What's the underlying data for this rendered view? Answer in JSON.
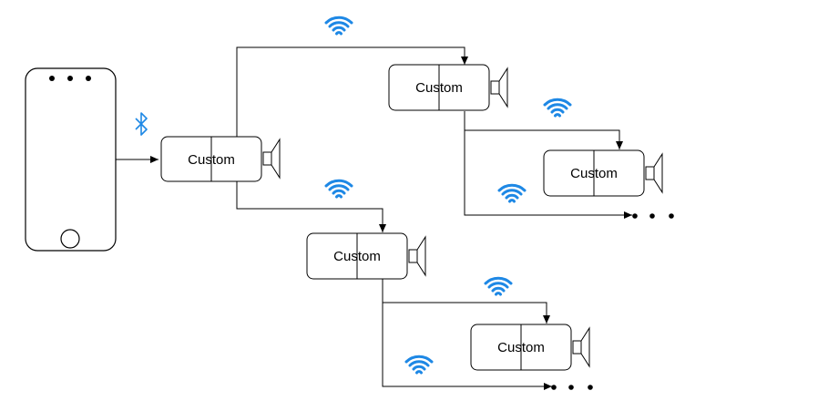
{
  "colors": {
    "stroke": "#000000",
    "accent": "#1e88e5",
    "background": "#ffffff"
  },
  "icons": {
    "bluetooth": "bluetooth-icon",
    "wifi": "wifi-icon",
    "speaker": "speaker-icon"
  },
  "phone": {
    "dots": "● ● ●"
  },
  "units": [
    {
      "label": "Custom"
    },
    {
      "label": "Custom"
    },
    {
      "label": "Custom"
    },
    {
      "label": "Custom"
    },
    {
      "label": "Custom"
    }
  ],
  "ellipsis": [
    "• • •",
    "• • •"
  ]
}
